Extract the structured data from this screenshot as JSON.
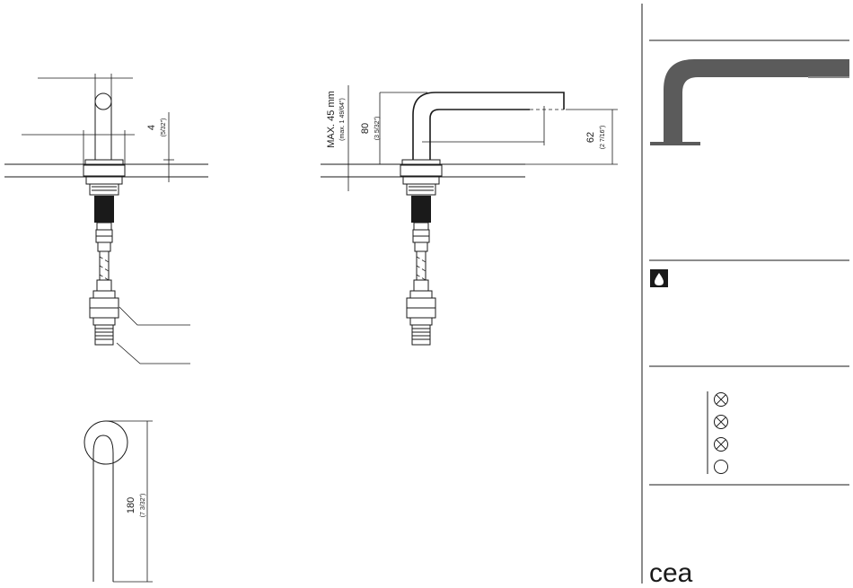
{
  "dimensions": {
    "side_thickness": {
      "value": "4",
      "imperial": "(5/32\")"
    },
    "front_max_thickness": {
      "value": "MAX. 45 mm",
      "imperial": "(max. 1 49/64\")"
    },
    "front_height": {
      "value": "80",
      "imperial": "(3 5/32\")"
    },
    "front_spout_height": {
      "value": "62",
      "imperial": "(2 7/16\")"
    },
    "top_length": {
      "value": "180",
      "imperial": "(7 3/32\")"
    }
  },
  "legend": {
    "symbols": [
      "crossed-circle",
      "crossed-circle",
      "crossed-circle",
      "empty-circle"
    ]
  },
  "brand": {
    "logo": "cea"
  },
  "colors": {
    "line": "#1a1a1a",
    "product_render": "#5b5b5b",
    "badge": "#1a1a1a"
  }
}
